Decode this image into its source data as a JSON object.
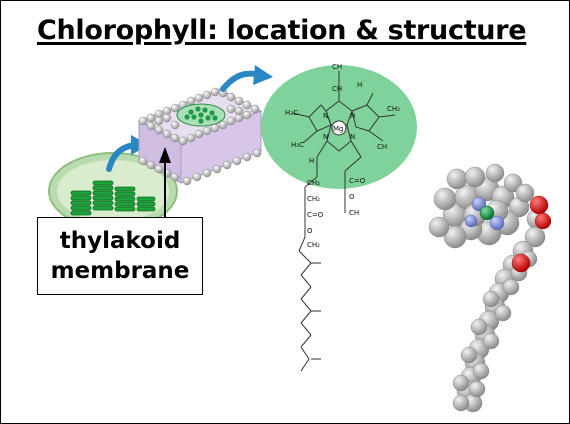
{
  "title": "Chlorophyll: location & structure",
  "label": {
    "line1": "thylakoid",
    "line2": "membrane"
  },
  "molecule": {
    "atoms": {
      "mg": "Mg",
      "ch3": "CH",
      "ch": "CH",
      "h": "H",
      "n": "N",
      "c": "C",
      "o": "O",
      "h3c": "H₃C",
      "ch2": "CH₂",
      "c_o": "C=O",
      "o_ch3": "O"
    }
  },
  "colors": {
    "chloroplast_green": "#1ea33a",
    "membrane_purple": "#d7c6e8",
    "head_gray": "#cfcfcf",
    "arrow_blue": "#2b86c4",
    "molecule_bg": "#7fd39a",
    "atom_carbon": "#bdbdbd",
    "atom_oxygen": "#d61e1e",
    "atom_nitrogen": "#7d8fd6",
    "atom_mg": "#1e9b4a"
  }
}
